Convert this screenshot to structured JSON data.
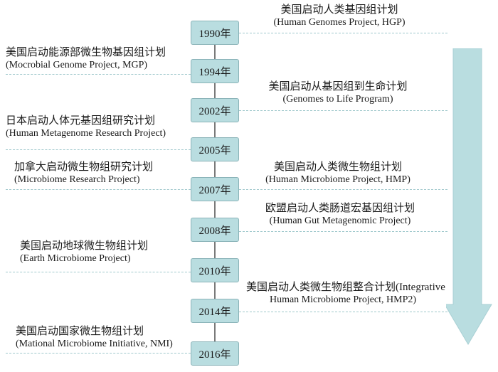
{
  "timeline": {
    "years": [
      "1990年",
      "1994年",
      "2002年",
      "2005年",
      "2007年",
      "2008年",
      "2010年",
      "2014年",
      "2016年"
    ],
    "events": [
      {
        "year": "1990年",
        "side": "right",
        "zh": "美国启动人类基因组计划",
        "en": "(Human Genomes Project, HGP)"
      },
      {
        "year": "1994年",
        "side": "left",
        "zh": "美国启动能源部微生物基因组计划",
        "en": "(Mocrobial Genome Project, MGP)"
      },
      {
        "year": "2002年",
        "side": "right",
        "zh": "美国启动从基因组到生命计划",
        "en": "(Genomes to Life Program)"
      },
      {
        "year": "2005年",
        "side": "left",
        "zh": "日本启动人体元基因组研究计划",
        "en": "(Human Metagenome Research Project)"
      },
      {
        "year": "2007年",
        "side": "left",
        "zh": "加拿大启动微生物组研究计划",
        "en": "(Microbiome Research Project)"
      },
      {
        "year": "2007年",
        "side": "right",
        "zh": "美国启动人类微生物组计划",
        "en": "(Human Microbiome Project, HMP)"
      },
      {
        "year": "2008年",
        "side": "right",
        "zh": "欧盟启动人类肠道宏基因组计划",
        "en": "(Human Gut Metagenomic Project)"
      },
      {
        "year": "2010年",
        "side": "left",
        "zh": "美国启动地球微生物组计划",
        "en": "(Earth Microbiome Project)"
      },
      {
        "year": "2014年",
        "side": "right",
        "zh": "美国启动人类微生物组整合计划(Integrative",
        "en": "Human Microbiome Project, HMP2)"
      },
      {
        "year": "2016年",
        "side": "left",
        "zh": "美国启动国家微生物组计划",
        "en": "(Mational Microbiome Initiative, NMI)"
      }
    ]
  },
  "colors": {
    "box_fill": "#b9dde0",
    "box_border": "#8ab3b8",
    "arrow_fill": "#b9dde0",
    "dash": "#9fc8cc"
  }
}
